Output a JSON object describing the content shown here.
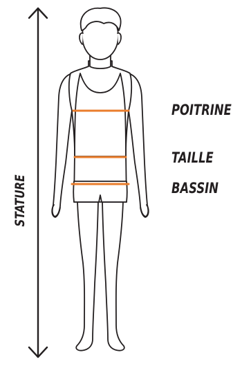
{
  "labels": {
    "chest": "POITRINE",
    "waist": "TAILLE",
    "hip": "BASSIN",
    "height": "STATURE"
  },
  "colors": {
    "outline": "#231f20",
    "measure_line": "#ea7d2c",
    "background": "#ffffff"
  }
}
